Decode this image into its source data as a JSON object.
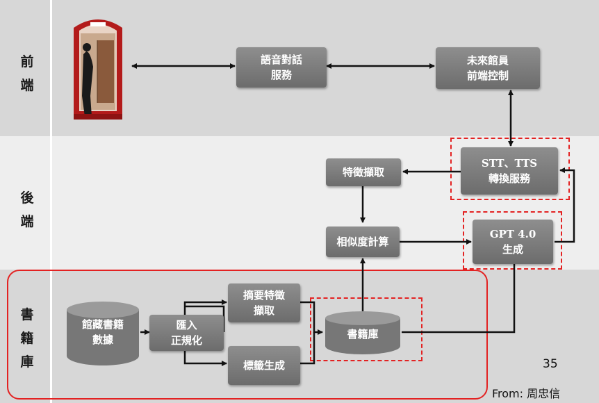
{
  "rows": {
    "front": [
      "前",
      "端"
    ],
    "back": [
      "後",
      "端"
    ],
    "library": [
      "書",
      "籍",
      "庫"
    ]
  },
  "nodes": {
    "voice_dialog": [
      "語音對話",
      "服務"
    ],
    "future_librarian": [
      "未來館員",
      "前端控制"
    ],
    "stt_tts": [
      "STT、TTS",
      "轉換服務"
    ],
    "feature_extract": [
      "特徵擷取"
    ],
    "similarity": [
      "相似度計算"
    ],
    "gpt": [
      "GPT 4.0",
      "生成"
    ],
    "collection_data": [
      "館藏書籍",
      "數據"
    ],
    "import_normalize": [
      "匯入",
      "正規化"
    ],
    "summary_feature": [
      "摘要特徵",
      "擷取"
    ],
    "tag_gen": [
      "標籤生成"
    ],
    "book_db": [
      "書籍庫"
    ]
  },
  "page_number": "35",
  "credit": "From: 周忠信",
  "colors": {
    "node": "#7a7a7a",
    "highlight": "#e32222",
    "band_dark": "#d7d7d7",
    "band_light": "#eeeeee"
  }
}
